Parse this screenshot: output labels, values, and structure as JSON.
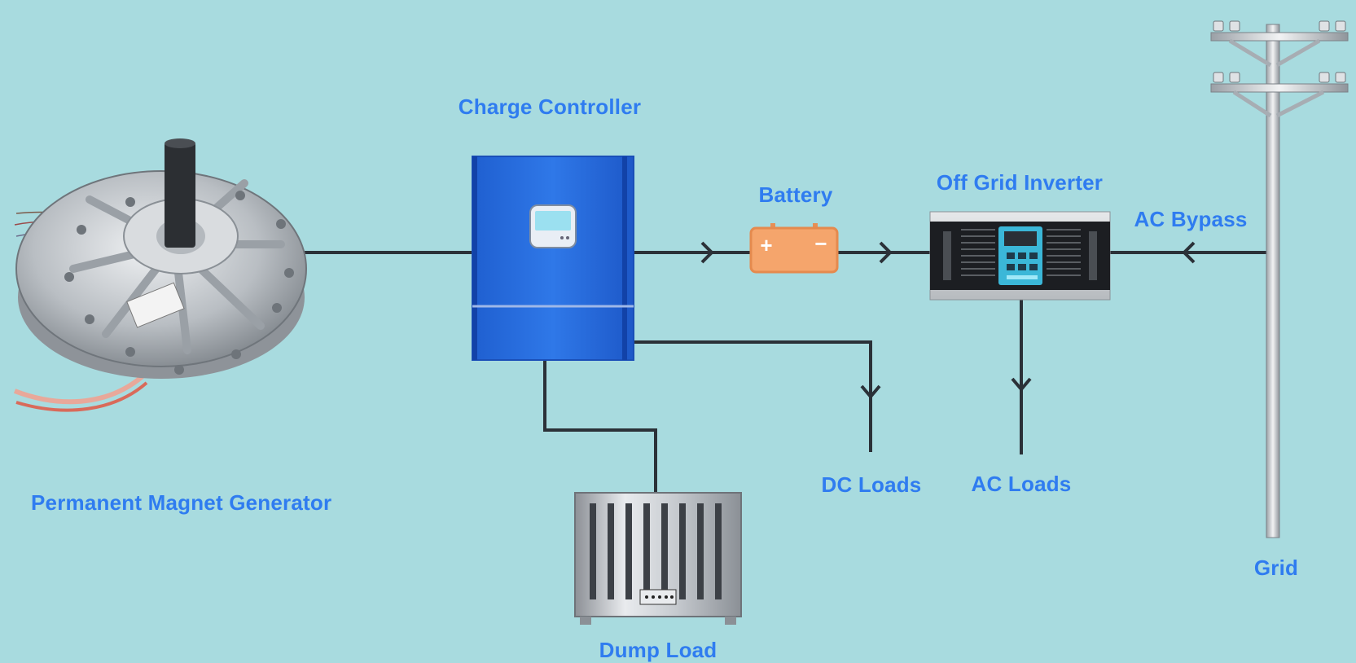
{
  "labels": {
    "generator": "Permanent Magnet Generator",
    "charge_controller": "Charge Controller",
    "battery": "Battery",
    "inverter": "Off Grid Inverter",
    "ac_bypass": "AC Bypass",
    "dc_loads": "DC Loads",
    "ac_loads": "AC Loads",
    "grid": "Grid",
    "dump_load": "Dump Load"
  },
  "battery_terminals": {
    "positive": "+",
    "negative": "−"
  },
  "colors": {
    "background": "#a8dbdf",
    "label": "#2f7cf0",
    "wire": "#2b3138",
    "controller_blue": "#2a6fe0",
    "battery_orange": "#f5a56c"
  },
  "icons": [
    "generator-icon",
    "charge-controller-icon",
    "battery-icon",
    "inverter-icon",
    "utility-pole-icon",
    "dump-load-icon"
  ]
}
